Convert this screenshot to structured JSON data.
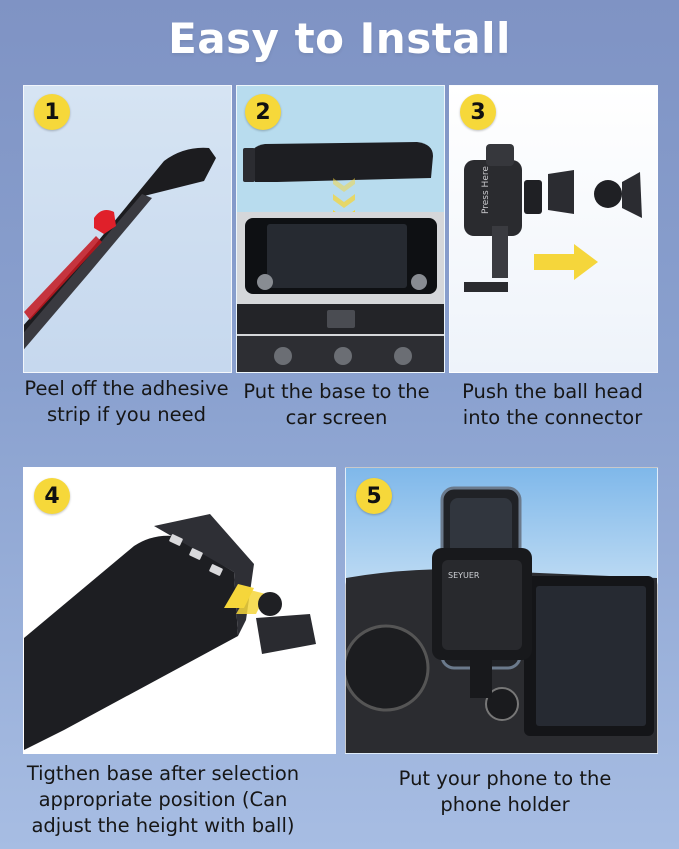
{
  "header": {
    "title": "Easy to Install"
  },
  "steps": [
    {
      "number": "1",
      "caption": "Peel off the adhesive strip if you need"
    },
    {
      "number": "2",
      "caption": "Put the base to the car screen"
    },
    {
      "number": "3",
      "caption": "Push the ball head into the connector"
    },
    {
      "number": "4",
      "caption": "Tigthen base after selection appropriate position (Can adjust the height with ball)"
    },
    {
      "number": "5",
      "caption": "Put your phone to the phone holder"
    }
  ],
  "labels": {
    "press_here": "Press Here",
    "brand": "SEYUER"
  },
  "colors": {
    "badge": "#f6d83a",
    "arrow": "#f5d63b",
    "background_top": "#7f93c4",
    "background_bottom": "#a7bde3",
    "adhesive": "#e0202a"
  }
}
